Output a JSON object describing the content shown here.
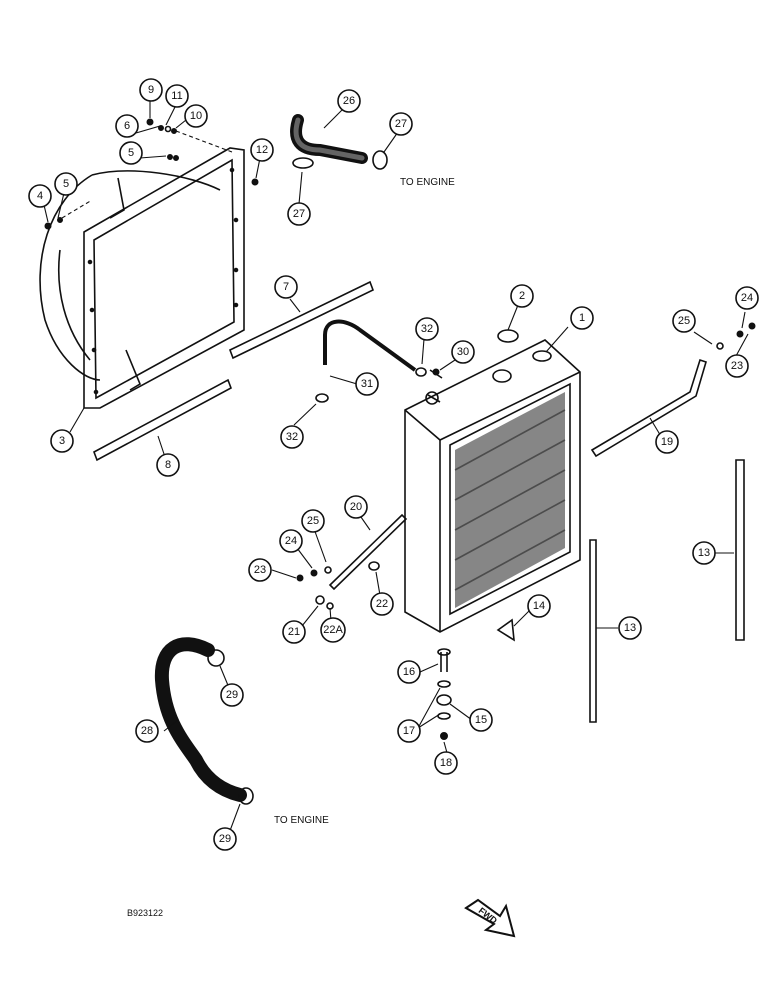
{
  "notes": {
    "to_engine_upper": "TO ENGINE",
    "to_engine_lower": "TO ENGINE",
    "figure_code": "B923122",
    "fwd": "FWD"
  },
  "callouts": [
    {
      "id": "c1",
      "label": "1"
    },
    {
      "id": "c2",
      "label": "2"
    },
    {
      "id": "c3",
      "label": "3"
    },
    {
      "id": "c4",
      "label": "4"
    },
    {
      "id": "c5a",
      "label": "5"
    },
    {
      "id": "c5b",
      "label": "5"
    },
    {
      "id": "c6",
      "label": "6"
    },
    {
      "id": "c7",
      "label": "7"
    },
    {
      "id": "c8",
      "label": "8"
    },
    {
      "id": "c9",
      "label": "9"
    },
    {
      "id": "c10",
      "label": "10"
    },
    {
      "id": "c11",
      "label": "11"
    },
    {
      "id": "c12",
      "label": "12"
    },
    {
      "id": "c13a",
      "label": "13"
    },
    {
      "id": "c13b",
      "label": "13"
    },
    {
      "id": "c14",
      "label": "14"
    },
    {
      "id": "c15",
      "label": "15"
    },
    {
      "id": "c16",
      "label": "16"
    },
    {
      "id": "c17",
      "label": "17"
    },
    {
      "id": "c18",
      "label": "18"
    },
    {
      "id": "c19",
      "label": "19"
    },
    {
      "id": "c20",
      "label": "20"
    },
    {
      "id": "c21",
      "label": "21"
    },
    {
      "id": "c22",
      "label": "22"
    },
    {
      "id": "c22a",
      "label": "22A"
    },
    {
      "id": "c23a",
      "label": "23"
    },
    {
      "id": "c23b",
      "label": "23"
    },
    {
      "id": "c24a",
      "label": "24"
    },
    {
      "id": "c24b",
      "label": "24"
    },
    {
      "id": "c25a",
      "label": "25"
    },
    {
      "id": "c25b",
      "label": "25"
    },
    {
      "id": "c26",
      "label": "26"
    },
    {
      "id": "c27a",
      "label": "27"
    },
    {
      "id": "c27b",
      "label": "27"
    },
    {
      "id": "c28",
      "label": "28"
    },
    {
      "id": "c29a",
      "label": "29"
    },
    {
      "id": "c29b",
      "label": "29"
    },
    {
      "id": "c30",
      "label": "30"
    },
    {
      "id": "c31",
      "label": "31"
    },
    {
      "id": "c32a",
      "label": "32"
    },
    {
      "id": "c32b",
      "label": "32"
    }
  ]
}
